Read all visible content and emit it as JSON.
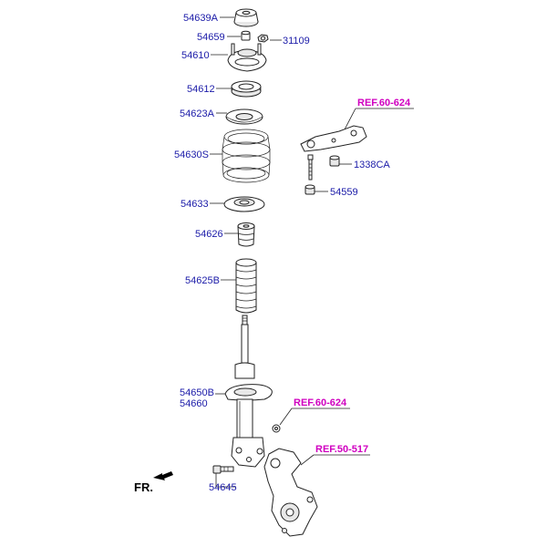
{
  "labels": {
    "p54639A": "54639A",
    "p54659": "54659",
    "p31109": "31109",
    "p54610": "54610",
    "p54612": "54612",
    "p54623A": "54623A",
    "p54630S": "54630S",
    "p54633": "54633",
    "p54626": "54626",
    "p54625B": "54625B",
    "p54650B": "54650B",
    "p54660": "54660",
    "p54645": "54645",
    "p1338CA": "1338CA",
    "p54559": "54559"
  },
  "refs": {
    "ref_top": "REF.60-624",
    "ref_mid": "REF.60-624",
    "ref_knuckle": "REF.50-517"
  },
  "direction": {
    "fr": "FR."
  },
  "colors": {
    "label": "#1a1aa8",
    "ref": "#d000c0",
    "line": "#222222"
  }
}
